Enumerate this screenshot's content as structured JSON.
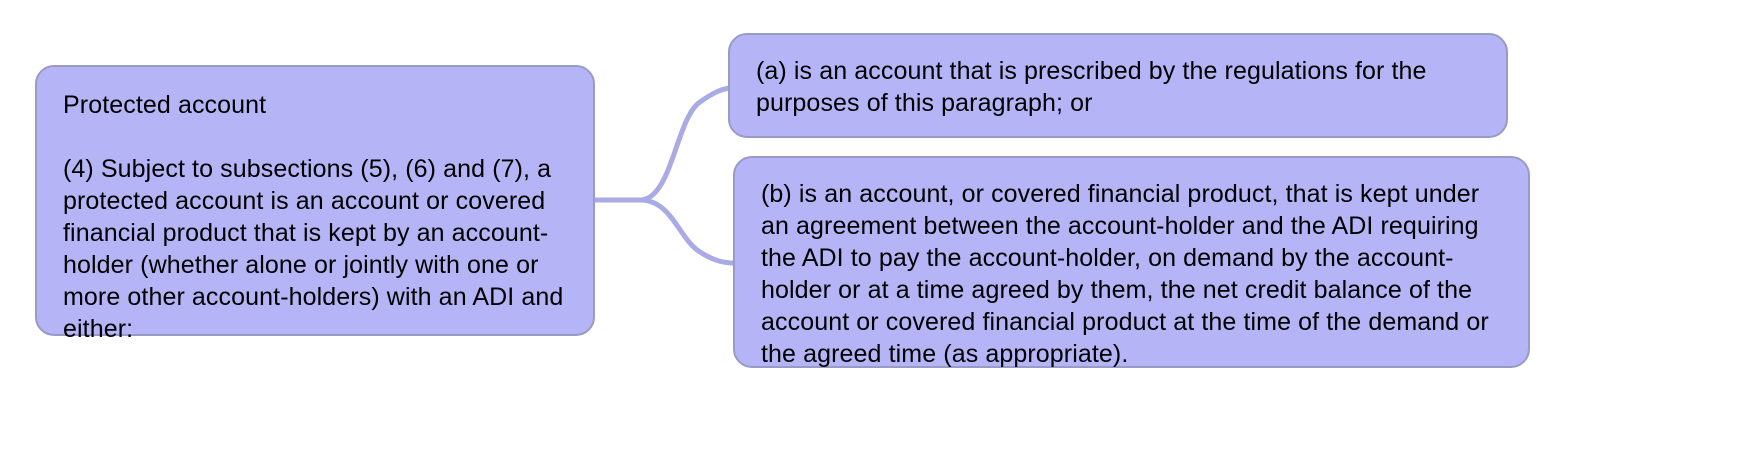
{
  "diagram": {
    "type": "flowchart",
    "background_color": "#ffffff",
    "node_fill_color": "#b4b4f7",
    "node_border_color": "#9a9ac6",
    "connector_color": "#aaaae4",
    "text_color": "#000000",
    "nodes": [
      {
        "id": "protected-account",
        "title": "Protected account",
        "body": "(4) Subject to subsections (5), (6) and (7), a protected account is an account or covered financial product that is kept by an account-holder (whether alone or jointly with one or more other account-holders) with an ADI and either:"
      },
      {
        "id": "para-a",
        "text": "(a) is an account that is prescribed by the regulations for the purposes of this paragraph; or"
      },
      {
        "id": "para-b",
        "text": "(b) is an account, or covered financial product, that is kept under an agreement between the account-holder and the ADI requiring the ADI to pay the account-holder, on demand by the account-holder or at a time agreed by them, the net credit balance of the account or covered financial product at the time of the demand or the agreed time (as appropriate)."
      }
    ],
    "edges": [
      {
        "from": "protected-account",
        "to": "para-a"
      },
      {
        "from": "protected-account",
        "to": "para-b"
      }
    ]
  }
}
